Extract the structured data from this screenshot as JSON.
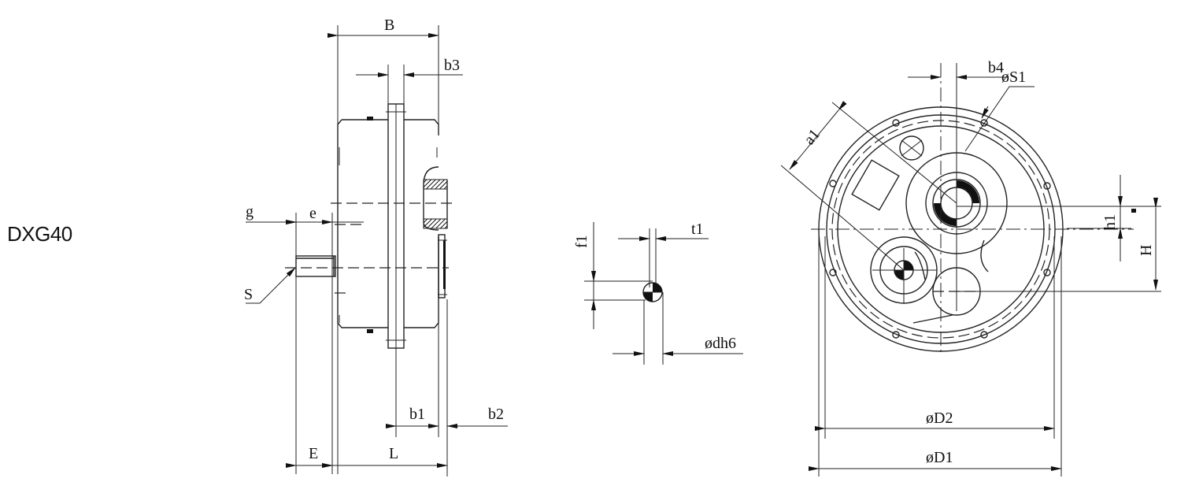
{
  "model": {
    "label": "DXG40"
  },
  "side_view": {
    "dimensions": {
      "B": "B",
      "b3": "b3",
      "g": "g",
      "e": "e",
      "S": "S",
      "b1": "b1",
      "b2": "b2",
      "E": "E",
      "L": "L"
    }
  },
  "shaft_section": {
    "dimensions": {
      "f1": "f1",
      "t1": "t1",
      "d": "ødh6"
    }
  },
  "front_view": {
    "dimensions": {
      "b4": "b4",
      "S1": "øS1",
      "a1": "a1",
      "h1": "h1",
      "H": "H",
      "D2": "øD2",
      "D1": "øD1"
    }
  }
}
